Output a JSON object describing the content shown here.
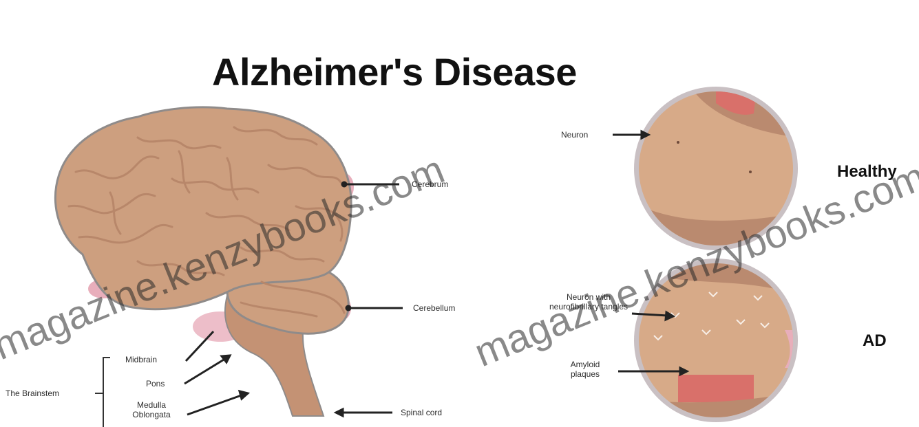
{
  "title": "Alzheimer's Disease",
  "brain_labels": {
    "cerebrum": "Cerebrum",
    "cerebellum": "Cerebellum",
    "spinal_cord": "Spinal cord",
    "brainstem": "The Brainstem",
    "midbrain": "Midbrain",
    "pons": "Pons",
    "medulla": "Medulla Oblongata"
  },
  "neuron_labels": {
    "neuron": "Neuron",
    "tangles": "Neuron with neurofibrillary tangles",
    "plaques": "Amyloid plaques"
  },
  "conditions": {
    "healthy": "Healthy",
    "ad": "AD"
  },
  "watermark": "magazine.kenzybooks.com",
  "colors": {
    "brain_fill": "#cd9f7f",
    "brain_gyri": "#b8876a",
    "brain_outline": "#8f8b8a",
    "pink_accent": "#e8aebb",
    "neuron_fill": "#d7aa88",
    "neuron_dark": "#ba8a6f",
    "plaque_red": "#d9706a"
  }
}
